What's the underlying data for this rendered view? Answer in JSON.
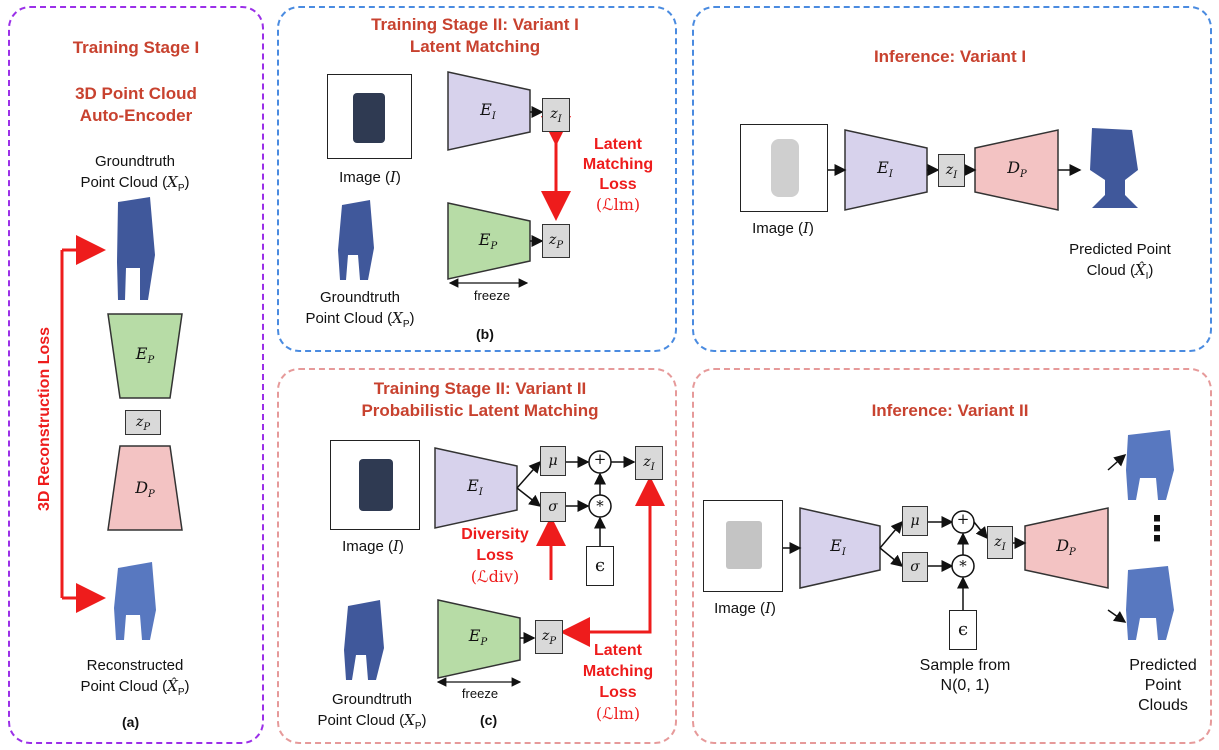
{
  "panel_a": {
    "title_line1": "Training Stage I",
    "title_line2": "3D Point Cloud",
    "title_line3": "Auto-Encoder",
    "gt_label1": "Groundtruth",
    "gt_label2": "Point Cloud (",
    "gt_math": "X",
    "gt_sub": "P",
    "loss": "3D Reconstruction Loss",
    "encoder": "E",
    "encoder_sub": "P",
    "latent": "z",
    "latent_sub": "P",
    "decoder": "D",
    "decoder_sub": "P",
    "rec_label1": "Reconstructed",
    "rec_label2": "Point Cloud (",
    "rec_math": "X̂",
    "rec_sub": "P",
    "caption": "(a)"
  },
  "panel_b": {
    "title_line1": "Training Stage II: Variant I",
    "title_line2": "Latent Matching",
    "image_label": "Image (",
    "image_math": "I",
    "enc_i": "E",
    "enc_i_sub": "I",
    "z_i": "z",
    "z_i_sub": "I",
    "enc_p": "E",
    "enc_p_sub": "P",
    "z_p": "z",
    "z_p_sub": "P",
    "loss_line1": "Latent",
    "loss_line2": "Matching",
    "loss_line3": "Loss",
    "loss_math": "ℒlm",
    "freeze": "freeze",
    "gt_label1": "Groundtruth",
    "gt_label2": "Point Cloud (",
    "gt_math": "X",
    "gt_sub": "P",
    "caption": "(b)"
  },
  "panel_inf1": {
    "title": "Inference: Variant I",
    "image_label": "Image (",
    "image_math": "I",
    "enc": "E",
    "enc_sub": "I",
    "z": "z",
    "z_sub": "I",
    "dec": "D",
    "dec_sub": "P",
    "pred_label1": "Predicted Point",
    "pred_label2": "Cloud (",
    "pred_math": "X̂",
    "pred_sub": "I"
  },
  "panel_c": {
    "title_line1": "Training Stage II: Variant II",
    "title_line2": "Probabilistic Latent Matching",
    "image_label": "Image (",
    "image_math": "I",
    "enc_i": "E",
    "enc_i_sub": "I",
    "mu": "μ",
    "sigma": "σ",
    "plus": "+",
    "times": "∗",
    "eps": "ϵ",
    "z_i": "z",
    "z_i_sub": "I",
    "div_line1": "Diversity",
    "div_line2": "Loss",
    "div_math": "(ℒdiv)",
    "enc_p": "E",
    "enc_p_sub": "P",
    "z_p": "z",
    "z_p_sub": "P",
    "freeze": "freeze",
    "loss_line1": "Latent",
    "loss_line2": "Matching",
    "loss_line3": "Loss",
    "loss_math": "(ℒlm)",
    "gt_label1": "Groundtruth",
    "gt_label2": "Point Cloud (",
    "gt_math": "X",
    "gt_sub": "P",
    "caption": "(c)"
  },
  "panel_inf2": {
    "title": "Inference: Variant II",
    "image_label": "Image (",
    "image_math": "I",
    "enc": "E",
    "enc_sub": "I",
    "mu": "μ",
    "sigma": "σ",
    "plus": "+",
    "times": "∗",
    "eps": "ϵ",
    "z": "z",
    "z_sub": "I",
    "dec": "D",
    "dec_sub": "P",
    "sample_line1": "Sample from",
    "sample_line2": "N(0, 1)",
    "pred_line1": "Predicted",
    "pred_line2": "Point",
    "pred_line3": "Clouds",
    "dots": "⋮"
  },
  "colors": {
    "encoder_image": "#d7d2ec",
    "encoder_point": "#b7dca6",
    "decoder": "#f3c3c3",
    "latent": "#d9d9d9",
    "loss_red": "#ee1c1c",
    "title_red": "#c8422f"
  }
}
